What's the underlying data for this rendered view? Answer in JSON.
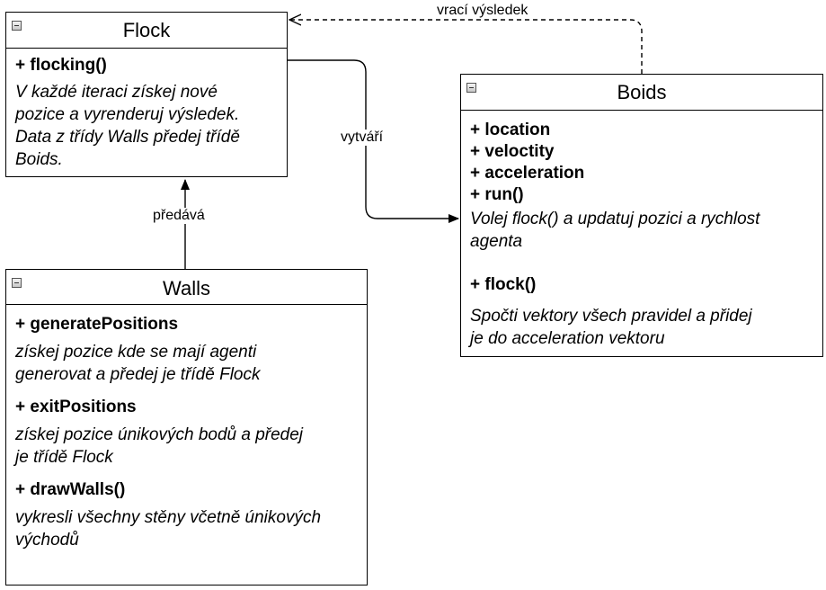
{
  "classes": {
    "flock": {
      "name": "Flock",
      "operations": [
        {
          "signature": "+ flocking()",
          "description": "V každé iteraci získej nové\npozice a vyrenderuj výsledek.\nData z třídy Walls předej třídě\nBoids."
        }
      ]
    },
    "boids": {
      "name": "Boids",
      "attributes": [
        "+ location",
        "+ veloctity",
        "+ acceleration"
      ],
      "operations": [
        {
          "signature": "+ run()",
          "description": "Volej flock() a updatuj pozici a rychlost\n agenta"
        },
        {
          "signature": "+ flock()",
          "description": "Spočti vektory všech pravidel a přidej\nje do acceleration vektoru"
        }
      ]
    },
    "walls": {
      "name": "Walls",
      "operations": [
        {
          "signature": "+ generatePositions",
          "description": "získej pozice kde se mají agenti\ngenerovat a předej je třídě Flock"
        },
        {
          "signature": "+ exitPositions",
          "description": "získej pozice únikových bodů a předej\nje třídě Flock"
        },
        {
          "signature": "+ drawWalls()",
          "description": "vykresli všechny stěny včetně únikových\nvýchodů"
        }
      ]
    }
  },
  "edges": {
    "returns": {
      "label": "vrací výsledek",
      "from": "Boids",
      "to": "Flock",
      "style": "dashed"
    },
    "creates": {
      "label": "vytváří",
      "from": "Flock",
      "to": "Boids",
      "style": "solid"
    },
    "passes": {
      "label": "předává",
      "from": "Walls",
      "to": "Flock",
      "style": "solid"
    }
  },
  "colors": {
    "line": "#000000",
    "background": "#ffffff"
  },
  "icons": {
    "collapse": "collapse-icon"
  }
}
